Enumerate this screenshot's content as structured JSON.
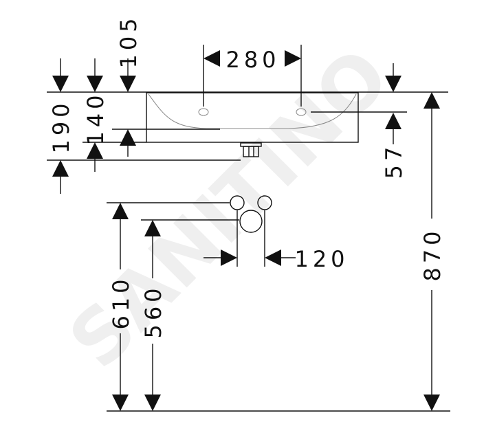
{
  "dimensions": {
    "d280": "280",
    "d105": "105",
    "d140": "140",
    "d190": "190",
    "d57": "57",
    "d870": "870",
    "d120": "120",
    "d610": "610",
    "d560": "560"
  },
  "watermark": "SANITINO",
  "colors": {
    "line": "#111111",
    "watermark": "#f0f0f0"
  }
}
